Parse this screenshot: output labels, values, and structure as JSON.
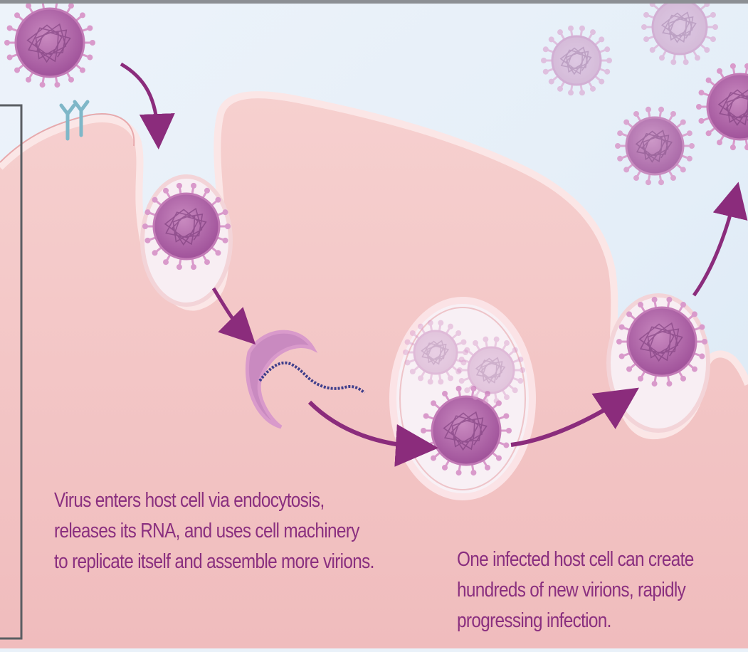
{
  "colors": {
    "background": "#e9f1f9",
    "cell_fill": "#f3c6c6",
    "membrane": "#f7dede",
    "vesicle": "#f7eef3",
    "virion": "#b86aa8",
    "spike": "#d99acb",
    "arrow": "#8b2c7c",
    "rna": "#3f3f8c",
    "text": "#8a2f7f"
  },
  "captions": {
    "entry": {
      "lines": [
        "Virus enters host cell via endocytosis,",
        "releases its RNA, and uses cell machinery",
        "to replicate itself and assemble more virions."
      ]
    },
    "release": {
      "lines": [
        "One infected host cell can create",
        "hundreds of new virions, rapidly",
        "progressing infection."
      ]
    }
  }
}
